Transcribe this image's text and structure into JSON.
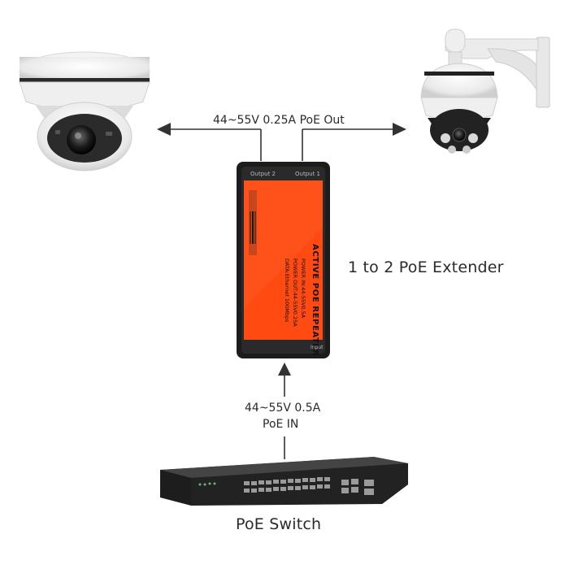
{
  "labels": {
    "poe_out": "44~55V 0.25A PoE Out",
    "poe_in_line1": "44~55V 0.5A",
    "poe_in_line2": "PoE IN",
    "extender": "1 to 2 PoE Extender",
    "switch": "PoE Switch"
  },
  "device": {
    "output_2": "Output 2",
    "output_1": "Output 1",
    "title": "ACTIVE POE REPEATER",
    "spec_power_in": "POWER IN:44-55V0.5A",
    "spec_power_out": "POWER OUT:44-55V0.25A",
    "spec_data": "DATA:Ethernet 100Mbps",
    "input": "Input"
  },
  "colors": {
    "device_orange": "#ff4a12",
    "device_body": "#1c1c1c",
    "arrow": "#333333"
  },
  "icons": [
    "dome-camera-icon",
    "ptz-camera-icon",
    "poe-repeater-device",
    "network-switch-icon"
  ]
}
